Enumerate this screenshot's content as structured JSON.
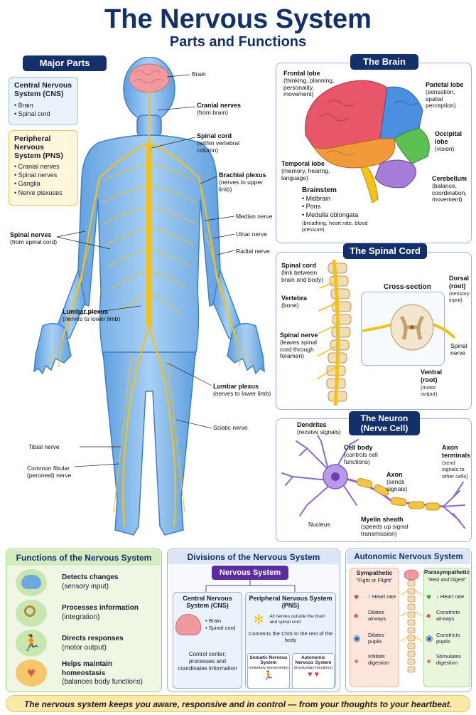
{
  "header": {
    "title": "The Nervous System",
    "subtitle": "Parts and Functions"
  },
  "major_parts": {
    "heading": "Major Parts",
    "cns": {
      "title": "Central Nervous System (CNS)",
      "items": [
        "Brain",
        "Spinal cord"
      ]
    },
    "pns": {
      "title": "Peripheral Nervous System (PNS)",
      "items": [
        "Cranial nerves",
        "Spinal nerves",
        "Ganglia",
        "Nerve plexuses"
      ]
    }
  },
  "body_labels": {
    "brain": "Brain",
    "cranial": "Cranial nerves",
    "cranial_sub": "(from brain)",
    "spinal_cord": "Spinal cord",
    "spinal_cord_sub": "(within vertebral column)",
    "brachial": "Brachial plexus",
    "brachial_sub": "(nerves to upper limb)",
    "median": "Median nerve",
    "ulnar": "Ulnar nerve",
    "radial": "Radial nerve",
    "spinal_nerves": "Spinal nerves",
    "spinal_nerves_sub": "(from spinal cord)",
    "lumbar_left": "Lumbar plexus",
    "lumbar_left_sub": "(nerves to lower limb)",
    "lumbar_right": "Lumbar plexus",
    "lumbar_right_sub": "(nerves to lower limb)",
    "sciatic": "Sciatic nerve",
    "tibial": "Tibial nerve",
    "fibular": "Common fibular (peroneal) nerve"
  },
  "brain_panel": {
    "heading": "The Brain",
    "frontal": "Frontal lobe",
    "frontal_sub": "(thinking, planning, personality, movement)",
    "parietal": "Parietal lobe",
    "parietal_sub": "(sensation, spatial perception)",
    "occipital": "Occipital lobe",
    "occipital_sub": "(vision)",
    "temporal": "Temporal lobe",
    "temporal_sub": "(memory, hearing, language)",
    "cerebellum": "Cerebellum",
    "cerebellum_sub": "(balance, coordination, movement)",
    "brainstem": "Brainstem",
    "brainstem_items": [
      "Midbrain",
      "Pons",
      "Medulla oblongata"
    ],
    "brainstem_sub": "(breathing, heart rate, blood pressure)"
  },
  "spinal_panel": {
    "heading": "The Spinal Cord",
    "cord": "Spinal cord",
    "cord_sub": "(link between brain and body)",
    "vertebra": "Vertebra",
    "vertebra_sub": "(bone)",
    "nerve": "Spinal nerve",
    "nerve_sub": "(leaves spinal cord through foramen)",
    "cross_section": "Cross-section",
    "dorsal": "Dorsal (root)",
    "dorsal_sub": "(sensory input)",
    "spinal_nerve_right": "Spinal nerve",
    "ventral": "Ventral (root)",
    "ventral_sub": "(motor output)"
  },
  "neuron_panel": {
    "heading_1": "The Neuron",
    "heading_2": "(Nerve Cell)",
    "dendrites": "Dendrites",
    "dendrites_sub": "(receive signals)",
    "cell_body": "Cell body",
    "cell_body_sub": "(controls cell functions)",
    "axon": "Axon",
    "axon_sub": "(sends signals)",
    "terminals": "Axon terminals",
    "terminals_sub": "(send signals to other cells)",
    "nucleus": "Nucleus",
    "myelin": "Myelin sheath",
    "myelin_sub": "(speeds up signal transmission)"
  },
  "functions": {
    "heading": "Functions of the Nervous System",
    "items": [
      {
        "title": "Detects changes",
        "sub": "(sensory input)"
      },
      {
        "title": "Processes information",
        "sub": "(integration)"
      },
      {
        "title": "Directs responses",
        "sub": "(motor output)"
      },
      {
        "title": "Helps maintain homeostasis",
        "sub": "(balances body functions)"
      }
    ]
  },
  "divisions": {
    "heading": "Divisions of the Nervous System",
    "root": "Nervous System",
    "cns_title": "Central Nervous System (CNS)",
    "cns_items": [
      "Brain",
      "Spinal cord"
    ],
    "cns_desc": "Control center; processes and coordinates information",
    "pns_title": "Peripheral Nervous System (PNS)",
    "pns_item": "All nerves outside the brain and spinal cord",
    "pns_desc": "Connects the CNS to the rest of the body",
    "somatic": "Somatic Nervous System",
    "somatic_sub": "(voluntary movements)",
    "autonomic": "Autonomic Nervous System",
    "autonomic_sub": "(involuntary functions)"
  },
  "ans": {
    "heading": "Autonomic Nervous System",
    "symp_title": "Sympathetic",
    "symp_sub": "\"Fight or Flight\"",
    "symp_items": [
      "↑ Heart rate",
      "Dilates airways",
      "Dilates pupils",
      "Inhibits digestion"
    ],
    "para_title": "Parasympathetic",
    "para_sub": "\"Rest and Digest\"",
    "para_items": [
      "↓ Heart rate",
      "Constricts airways",
      "Constricts pupils",
      "Stimulates digestion"
    ]
  },
  "footer": "The nervous system keeps you aware, responsive and in control — from your thoughts to your heartbeat.",
  "colors": {
    "navy": "#13306b",
    "nerve": "#f2c21b",
    "body": "#7fb4e8",
    "cns_bg": "#eaf3fc",
    "pns_bg": "#fff6dc",
    "func_bg": "#eef7e4"
  }
}
